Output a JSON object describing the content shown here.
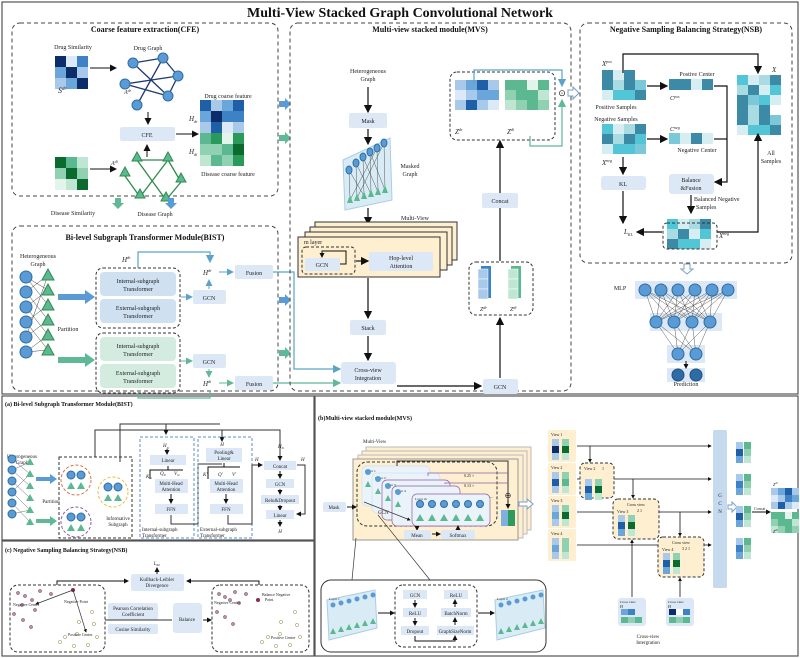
{
  "title": "Multi-View Stacked Graph Convolutional Network",
  "cfe": {
    "title": "Coarse feature extraction(CFE)",
    "drug_similarity": "Drug Similarity",
    "s_dr": "S",
    "s_dr_sup": "dr",
    "drug_graph": "Drug Graph",
    "a_dr": "A",
    "a_dr_sup": "dr",
    "cfe_box": "CFE",
    "drug_coarse": "Drug coarse feature",
    "h_dr": "H",
    "h_dr_sub": "dr",
    "h_di": "H",
    "h_di_sub": "di",
    "disease_coarse": "Disease coarse feature",
    "s_di": "S",
    "s_di_sup": "di",
    "a_di": "A",
    "a_di_sup": "di",
    "disease_similarity": "Disease Similarity",
    "disease_graph": "Disease Graph"
  },
  "bist": {
    "title": "Bi-level Subgraph Transformer Module(BIST)",
    "hetero_graph": [
      "Heterogeneous",
      "Graph"
    ],
    "partition": "Partition",
    "internal": [
      "Internal-subgraph",
      "Transformer"
    ],
    "external": [
      "External-subgraph",
      "Transformer"
    ],
    "gcn": "GCN",
    "fusion": "Fusion",
    "h_dr": "H",
    "h_dr_sup": "dr",
    "h_di": "H",
    "h_di_sup": "di"
  },
  "mvs": {
    "title": "Multi-view stacked module(MVS)",
    "hetero_graph": [
      "Heterogeneous",
      "Graph"
    ],
    "mask": "Mask",
    "masked_graph": [
      "Masked",
      "Graph"
    ],
    "multi_view": "Multi-View",
    "m_layer": "m layer",
    "gcn": "GCN",
    "hop_attention": [
      "Hop-level",
      "Attention"
    ],
    "stack": "Stack",
    "cross_view": [
      "Cross-view",
      "Integration"
    ],
    "gcn2": "GCN",
    "concat": "Concat",
    "z_dr": "Z",
    "z_dr_sup": "dr",
    "z_di": "Z",
    "z_di_sup": "di",
    "zc_dr": "Z",
    "zc_dr_sup": "dr",
    "zc_di": "Z",
    "zc_di_sup": "di",
    "odot": "⊙"
  },
  "nsb": {
    "title": "Negative Sampling Balancing Strategy(NSB)",
    "x_pos": "X",
    "x_pos_sup": "pos",
    "positive_samples": "Positive Samples",
    "positive_center": "Postive Center",
    "c_pos": "C",
    "c_pos_sup": "pos",
    "negative_samples": "Negative Samples",
    "c_neg": "C",
    "c_neg_sup": "neg",
    "negative_center": "Negative Center",
    "x_neg": "X",
    "x_neg_sup": "neg",
    "x_all": "X",
    "all_samples": [
      "All",
      "Samples"
    ],
    "kl": "KL",
    "balance_fusion": [
      "Balance",
      "&Fusion"
    ],
    "balanced_neg": [
      "Balanced Negative",
      "Samples"
    ],
    "l_kl": "L",
    "l_kl_sub": "KL",
    "x_hat_neg": "X",
    "x_hat_neg_sup": "neg",
    "mlp": "MLP",
    "prediction": "Prediction"
  },
  "panel_a": {
    "title": "(a) Bi-level Subgraph Transformer Module(BIST)",
    "hetero_graph": [
      "Heterogeneous",
      "Graph"
    ],
    "partition": "Partition",
    "informative": [
      "Informative",
      "Subgraph"
    ],
    "h_si": "H",
    "h_si_sub": "Si",
    "linear": "Linear",
    "k_si": "K",
    "q_si": "Q",
    "v_si": "V",
    "si": "Si",
    "mha": [
      "Multi-Head",
      "Attention"
    ],
    "ffn": "FFN",
    "internal": [
      "Internal-subgraph",
      "Transformer"
    ],
    "h_bar": "H",
    "pooling_linear": [
      "Pooling&",
      "Linear"
    ],
    "k_p": "K'",
    "q_p": "Q'",
    "v_p": "V'",
    "external": [
      "External-subgraph",
      "Transformer"
    ],
    "h_bar_si": "H",
    "concat": "Concat",
    "gcn": "GCN",
    "relu_dropout": "Relu&Dropout",
    "linear2": "Linear",
    "h_out": "H"
  },
  "panel_b": {
    "title": "(b)Multi-view stacked module(MVS)",
    "multi_view": "Multi-View",
    "mask": "Mask",
    "layers": [
      "Layer 1",
      "Layer 2",
      "Layer 3",
      "Layer 4",
      "Layer m"
    ],
    "w1": "0.25 ×",
    "w2": "0.13 ×",
    "ellipsis": "...",
    "gcn": "GCN",
    "mean": "Mean",
    "softmax": "Softmax",
    "oplus": "⊕",
    "detail": {
      "layer_in": "Layer 1",
      "layer_out": "Layer 2",
      "gcn": "GCN",
      "relu": "ReLU",
      "dropout": "Dropout",
      "relu2": "ReLU",
      "batchnorm": "BatchNorm",
      "graphsizenorm": "GraphSizeNorm"
    },
    "views": [
      "View 1",
      "View 2",
      "View 3",
      "View 4"
    ],
    "cross_view": "Cross view",
    "cross_view_h": "H",
    "cross_integration": [
      "Cross-view",
      "Intergration"
    ],
    "gcn_vertical": [
      "G",
      "C",
      "N"
    ],
    "concat": "Concat",
    "z_dr": "Z",
    "z_dr_sup": "dr",
    "z_di": "Z",
    "z_di_sup": "di",
    "stack_nums": [
      "1",
      "2 1",
      "3 2 1"
    ]
  },
  "panel_c": {
    "title": "(c) Negative Sampling Balancing Strategy(NSB)",
    "l_kl": "L",
    "l_kl_sub": "KL",
    "kl_div": [
      "Kullback-Leibler",
      "Divergence"
    ],
    "negative_center": "Negative Center",
    "negative_point": "Negative Point",
    "positive_center": "Positive Center",
    "pearson": [
      "Pearson Correlation",
      "Coefficient"
    ],
    "cosine": "Cosine Similarity",
    "balance": "Balance",
    "balance_neg_point": [
      "Balance Negative",
      "Point"
    ],
    "negative_center2": "Negative Center",
    "positive_center2": "Positive Center"
  },
  "colors": {
    "blue_node": "#5b9bd5",
    "green_node": "#5cb890",
    "box_fill": "#dce8f5",
    "green_box": "#d4ece0",
    "yellow": "#fdefcf",
    "arrow_blue": "#5ba3c9",
    "arrow_green": "#5fb896",
    "purple": "#8e5ea6"
  }
}
